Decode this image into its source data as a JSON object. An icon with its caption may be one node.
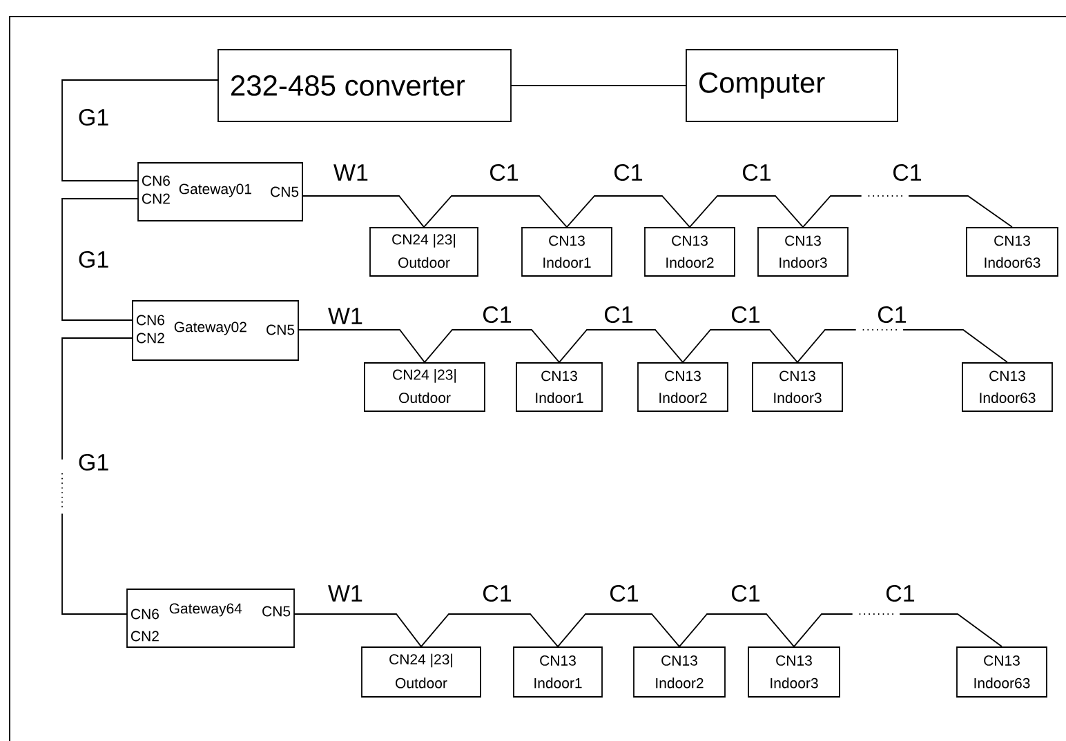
{
  "diagram": {
    "nodes": [
      {
        "text": [
          "232-485 converter"
        ]
      },
      {
        "text": [
          "Computer"
        ]
      },
      {
        "text": [
          "CN6",
          "CN2",
          "Gateway01",
          "CN5"
        ]
      },
      {
        "text": [
          "CN24 |23|",
          "Outdoor"
        ]
      },
      {
        "text": [
          "CN13",
          "Indoor1"
        ]
      },
      {
        "text": [
          "CN13",
          "Indoor2"
        ]
      },
      {
        "text": [
          "CN13",
          "Indoor3"
        ]
      },
      {
        "text": [
          "CN13",
          "Indoor63"
        ]
      },
      {
        "text": [
          "CN6",
          "CN2",
          "Gateway02",
          "CN5"
        ]
      },
      {
        "text": [
          "CN24 |23|",
          "Outdoor"
        ]
      },
      {
        "text": [
          "CN13",
          "Indoor1"
        ]
      },
      {
        "text": [
          "CN13",
          "Indoor2"
        ]
      },
      {
        "text": [
          "CN13",
          "Indoor3"
        ]
      },
      {
        "text": [
          "CN13",
          "Indoor63"
        ]
      },
      {
        "text": [
          "CN6",
          "CN2",
          "Gateway64",
          "CN5"
        ]
      },
      {
        "text": [
          "CN24 |23|",
          "Outdoor"
        ]
      },
      {
        "text": [
          "CN13",
          "Indoor1"
        ]
      },
      {
        "text": [
          "CN13",
          "Indoor2"
        ]
      },
      {
        "text": [
          "CN13",
          "Indoor3"
        ]
      },
      {
        "text": [
          "CN13",
          "Indoor63"
        ]
      }
    ],
    "edges": [
      {
        "from": 0,
        "to": 1,
        "arrow": "none"
      },
      {
        "from": 0,
        "to": 2,
        "arrow": "none",
        "label": "G1"
      },
      {
        "from": 2,
        "to": 8,
        "arrow": "none",
        "label": "G1"
      },
      {
        "from": 8,
        "to": 14,
        "arrow": "none",
        "label": "G1",
        "style": "dashed"
      },
      {
        "from": 2,
        "to": 3,
        "arrow": "none",
        "label": "W1"
      },
      {
        "from": 3,
        "to": 4,
        "arrow": "none",
        "label": "C1"
      },
      {
        "from": 4,
        "to": 5,
        "arrow": "none",
        "label": "C1"
      },
      {
        "from": 5,
        "to": 6,
        "arrow": "none",
        "label": "C1"
      },
      {
        "from": 6,
        "to": 7,
        "arrow": "none",
        "label": "C1",
        "style": "dashed"
      },
      {
        "from": 8,
        "to": 9,
        "arrow": "none",
        "label": "W1"
      },
      {
        "from": 9,
        "to": 10,
        "arrow": "none",
        "label": "C1"
      },
      {
        "from": 10,
        "to": 11,
        "arrow": "none",
        "label": "C1"
      },
      {
        "from": 11,
        "to": 12,
        "arrow": "none",
        "label": "C1"
      },
      {
        "from": 12,
        "to": 13,
        "arrow": "none",
        "label": "C1",
        "style": "dashed"
      },
      {
        "from": 14,
        "to": 15,
        "arrow": "none",
        "label": "W1"
      },
      {
        "from": 15,
        "to": 16,
        "arrow": "none",
        "label": "C1"
      },
      {
        "from": 16,
        "to": 17,
        "arrow": "none",
        "label": "C1"
      },
      {
        "from": 17,
        "to": 18,
        "arrow": "none",
        "label": "C1"
      },
      {
        "from": 18,
        "to": 19,
        "arrow": "none",
        "label": "C1",
        "style": "dashed"
      }
    ]
  }
}
